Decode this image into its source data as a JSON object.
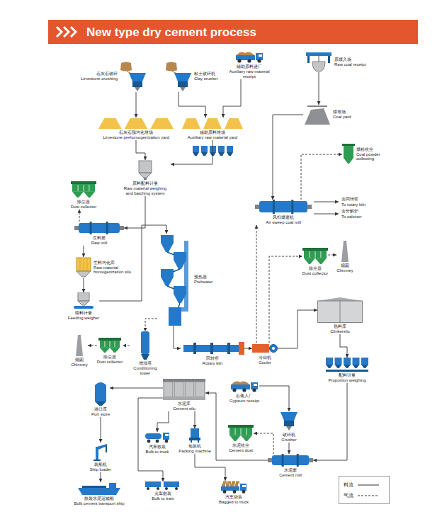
{
  "diagram": {
    "title": "New type dry cement process",
    "nodes": [
      {
        "text": [
          "石灰石破碎",
          "Limestone crushing"
        ]
      },
      {
        "text": [
          "粘土破碎机",
          "Clay crusher"
        ]
      },
      {
        "text": [
          "辅助原料进厂",
          "Auxiliary raw material receipt"
        ]
      },
      {
        "text": [
          "原煤入场",
          "Raw coal receipt"
        ]
      },
      {
        "text": [
          "石灰石预均化堆场",
          "Limestone prehomogenization yard"
        ]
      },
      {
        "text": [
          "辅助原料堆场",
          "Auxiliary raw material yard"
        ]
      },
      {
        "text": [
          "煤堆场",
          "Coal yard"
        ]
      },
      {
        "text": [
          "煤粉收尘",
          "Coal powder collecting"
        ]
      },
      {
        "text": [
          "原料配料计量",
          "Raw material weighing and batching system"
        ]
      },
      {
        "text": [
          "除尘器",
          "Dust collector"
        ]
      },
      {
        "text": [
          "生料磨",
          "Raw mill"
        ]
      },
      {
        "text": [
          "风扫煤磨机",
          "Air sweep coal mill"
        ]
      },
      {
        "text": [
          "生料均化库",
          "Raw material homogenization silo"
        ]
      },
      {
        "text": [
          "除尘器",
          "Dust collector"
        ]
      },
      {
        "text": [
          "烟囱",
          "Chimney"
        ]
      },
      {
        "text": [
          "预热器",
          "Preheater"
        ]
      },
      {
        "text": [
          "喂料计量",
          "Feeding weigher"
        ]
      },
      {
        "text": [
          "熟料库",
          "Clinkersilo"
        ]
      },
      {
        "text": [
          "烟囱",
          "Chimney"
        ]
      },
      {
        "text": [
          "除尘器",
          "Dust collector"
        ]
      },
      {
        "text": [
          "增湿塔",
          "Conditioning tower"
        ]
      },
      {
        "text": [
          "回转窑",
          "Rotary kiln"
        ]
      },
      {
        "text": [
          "冷却机",
          "Cooler"
        ]
      },
      {
        "text": [
          "配料计量",
          "Proportion weighing"
        ]
      },
      {
        "text": [
          "港口库",
          "Port store"
        ]
      },
      {
        "text": [
          "水泥库",
          "Cement silo"
        ]
      },
      {
        "text": [
          "石膏入厂",
          "Gypsum receipt"
        ]
      },
      {
        "text": [
          "破碎机",
          "Crusher"
        ]
      },
      {
        "text": [
          "汽车散装",
          "Bulk to truck"
        ]
      },
      {
        "text": [
          "包装机",
          "Packing machine"
        ]
      },
      {
        "text": [
          "水泥收尘",
          "Cement dust"
        ]
      },
      {
        "text": [
          "装船机",
          "Ship loader"
        ]
      },
      {
        "text": [
          "水泥磨",
          "Cement mill"
        ]
      },
      {
        "text": [
          "散装水泥运输船",
          "Bulk cement transport ship"
        ]
      },
      {
        "text": [
          "火车散装",
          "Bulk to train"
        ]
      },
      {
        "text": [
          "汽车袋装",
          "Bagged to truck"
        ]
      }
    ],
    "edges": [
      {
        "from": 0,
        "to": 4,
        "arrow": "to"
      },
      {
        "from": 1,
        "to": 5,
        "arrow": "to"
      },
      {
        "from": 2,
        "to": 5,
        "arrow": "to"
      },
      {
        "from": 3,
        "to": 6,
        "arrow": "to"
      },
      {
        "from": 4,
        "to": 8,
        "arrow": "to"
      },
      {
        "from": 5,
        "to": 8,
        "arrow": "to"
      },
      {
        "from": 8,
        "to": 10,
        "arrow": "to"
      },
      {
        "from": 6,
        "to": 11,
        "arrow": "to"
      },
      {
        "from": 10,
        "to": 12,
        "arrow": "to"
      },
      {
        "from": 12,
        "to": 16,
        "arrow": "to"
      },
      {
        "from": 16,
        "to": 15,
        "arrow": "to"
      },
      {
        "from": 15,
        "to": 21,
        "arrow": "to"
      },
      {
        "from": 21,
        "to": 22,
        "arrow": "to"
      },
      {
        "from": 22,
        "to": 17,
        "arrow": "to"
      },
      {
        "from": 17,
        "to": 23,
        "arrow": "to"
      },
      {
        "from": 23,
        "to": 32,
        "arrow": "to"
      },
      {
        "from": 26,
        "to": 27,
        "arrow": "to"
      },
      {
        "from": 27,
        "to": 32,
        "arrow": "to"
      },
      {
        "from": 32,
        "to": 25,
        "arrow": "to"
      },
      {
        "from": 25,
        "to": 24,
        "arrow": "to"
      },
      {
        "from": 25,
        "to": 28,
        "arrow": "to"
      },
      {
        "from": 25,
        "to": 29,
        "arrow": "to"
      },
      {
        "from": 25,
        "to": 34,
        "arrow": "to"
      },
      {
        "from": 29,
        "to": 35,
        "arrow": "to"
      },
      {
        "from": 24,
        "to": 31,
        "arrow": "to"
      },
      {
        "from": 31,
        "to": 33,
        "arrow": "to"
      },
      {
        "from": 10,
        "to": 9,
        "arrow": "to"
      },
      {
        "from": 11,
        "to": 7,
        "arrow": "to"
      },
      {
        "from": 15,
        "to": 20,
        "arrow": "to"
      },
      {
        "from": 20,
        "to": 19,
        "arrow": "to"
      },
      {
        "from": 19,
        "to": 18,
        "arrow": "to"
      },
      {
        "from": 22,
        "to": 13,
        "arrow": "to"
      },
      {
        "from": 22,
        "to": 11,
        "arrow": "to"
      },
      {
        "from": 13,
        "to": 14,
        "arrow": "to"
      },
      {
        "from": 32,
        "to": 30,
        "arrow": "to"
      }
    ],
    "labels": [
      "去回转窑",
      "To rotary kiln",
      "去分解炉",
      "To calciner"
    ],
    "legend": [
      {
        "text": "料流"
      },
      {
        "text": "气流"
      }
    ]
  }
}
